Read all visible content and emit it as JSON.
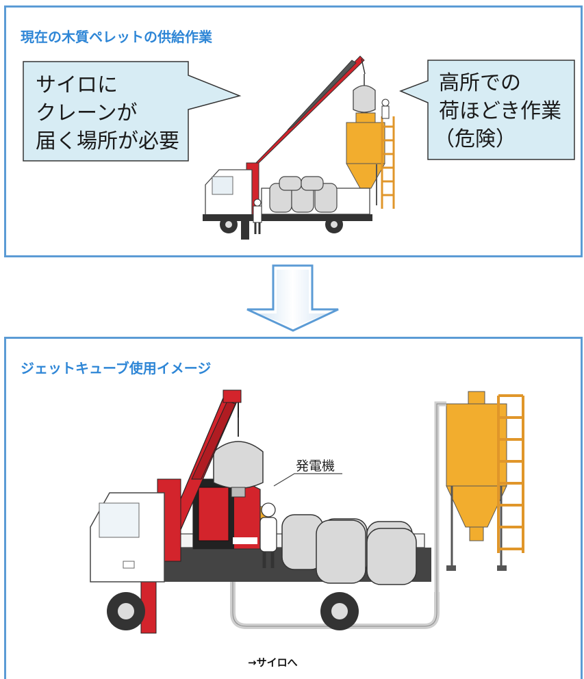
{
  "top_panel": {
    "title": "現在の木質ペレットの供給作業",
    "callout_left": {
      "line1": "サイロに",
      "line2": "クレーンが",
      "line3": "届く場所が必要"
    },
    "callout_right": {
      "line1": "高所での",
      "line2": "荷ほどき作業",
      "line3": "（危険）"
    }
  },
  "bottom_panel": {
    "title": "ジェットキューブ使用イメージ",
    "generator_label": "発電機",
    "caption": "→サイロへ"
  },
  "colors": {
    "frame": "#5b9bd5",
    "title_blue": "#2e86d6",
    "callout_fill": "#d7ecf4",
    "crane_red": "#d3242c",
    "silo_orange": "#f2ad2e",
    "bag_gray": "#d9d9d9"
  }
}
